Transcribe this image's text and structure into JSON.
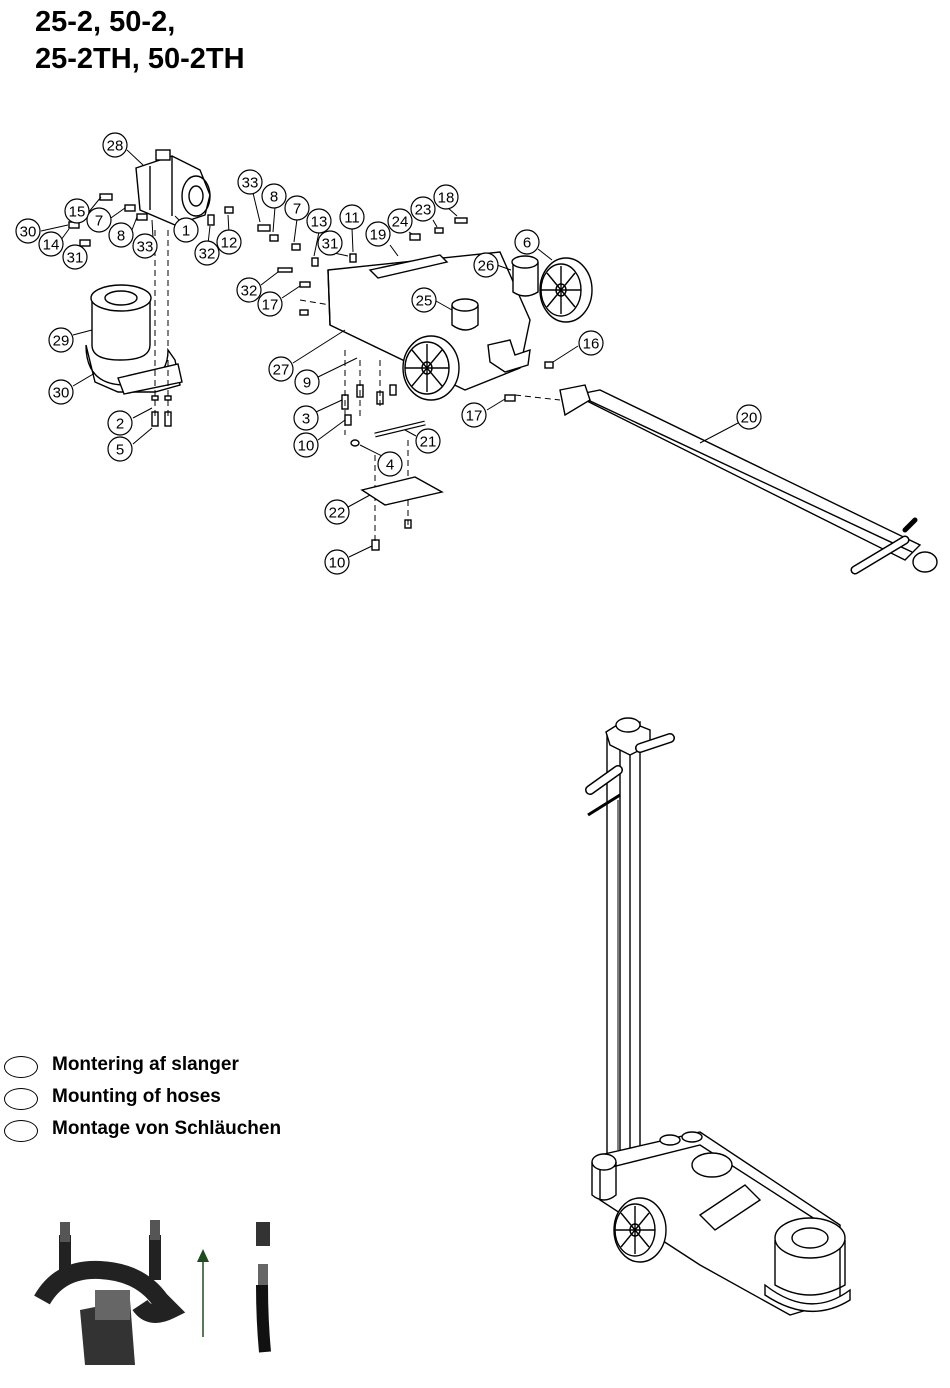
{
  "title": {
    "line1": "25-2, 50-2,",
    "line2": "25-2TH, 50-2TH"
  },
  "legend": [
    "Montering af slanger",
    "Mounting of hoses",
    "Montage von Schläuchen"
  ],
  "callouts": [
    {
      "id": "c28",
      "label": "28"
    },
    {
      "id": "c33a",
      "label": "33"
    },
    {
      "id": "c8a",
      "label": "8"
    },
    {
      "id": "c7a",
      "label": "7"
    },
    {
      "id": "c13",
      "label": "13"
    },
    {
      "id": "c11",
      "label": "11"
    },
    {
      "id": "c31a",
      "label": "31"
    },
    {
      "id": "c19",
      "label": "19"
    },
    {
      "id": "c24",
      "label": "24"
    },
    {
      "id": "c23",
      "label": "23"
    },
    {
      "id": "c18",
      "label": "18"
    },
    {
      "id": "c6",
      "label": "6"
    },
    {
      "id": "c26",
      "label": "26"
    },
    {
      "id": "c15",
      "label": "15"
    },
    {
      "id": "c7b",
      "label": "7"
    },
    {
      "id": "c8b",
      "label": "8"
    },
    {
      "id": "c30a",
      "label": "30"
    },
    {
      "id": "c14",
      "label": "14"
    },
    {
      "id": "c31b",
      "label": "31"
    },
    {
      "id": "c33b",
      "label": "33"
    },
    {
      "id": "c1",
      "label": "1"
    },
    {
      "id": "c32a",
      "label": "32"
    },
    {
      "id": "c12",
      "label": "12"
    },
    {
      "id": "c32b",
      "label": "32"
    },
    {
      "id": "c17a",
      "label": "17"
    },
    {
      "id": "c25",
      "label": "25"
    },
    {
      "id": "c29",
      "label": "29"
    },
    {
      "id": "c27",
      "label": "27"
    },
    {
      "id": "c16",
      "label": "16"
    },
    {
      "id": "c30b",
      "label": "30"
    },
    {
      "id": "c9",
      "label": "9"
    },
    {
      "id": "c2",
      "label": "2"
    },
    {
      "id": "c3",
      "label": "3"
    },
    {
      "id": "c17b",
      "label": "17"
    },
    {
      "id": "c20",
      "label": "20"
    },
    {
      "id": "c5",
      "label": "5"
    },
    {
      "id": "c10a",
      "label": "10"
    },
    {
      "id": "c21",
      "label": "21"
    },
    {
      "id": "c4",
      "label": "4"
    },
    {
      "id": "c22",
      "label": "22"
    },
    {
      "id": "c10b",
      "label": "10"
    }
  ]
}
